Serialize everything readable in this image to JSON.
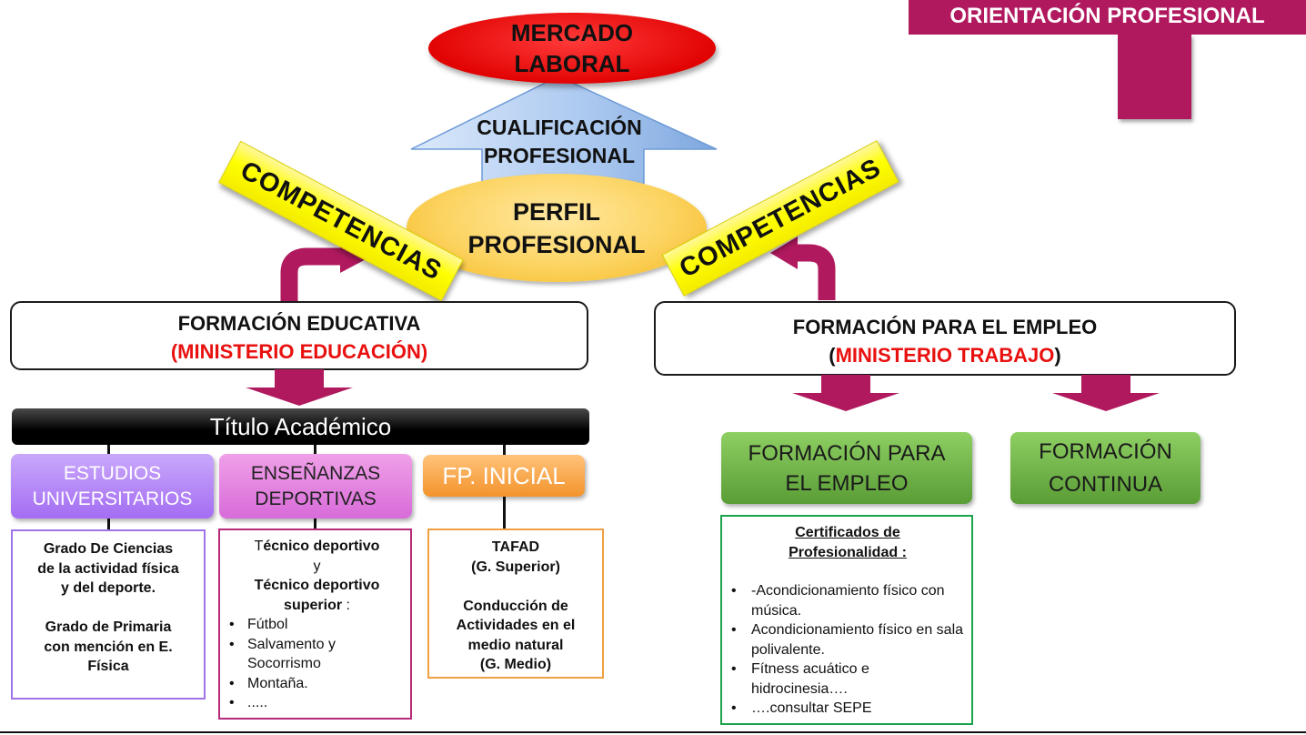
{
  "header": {
    "badge": "ORIENTACIÓN PROFESIONAL"
  },
  "top": {
    "mercado": [
      "MERCADO",
      "LABORAL"
    ],
    "cualificacion": [
      "CUALIFICACIÓN",
      "PROFESIONAL"
    ],
    "perfil": [
      "PERFIL",
      "PROFESIONAL"
    ],
    "competencias_left": "COMPETENCIAS",
    "competencias_right": "COMPETENCIAS"
  },
  "left": {
    "title": "FORMACIÓN EDUCATIVA",
    "ministry": "(MINISTERIO EDUCACIÓN)",
    "titulo": "Título Académico",
    "categories": {
      "univ": [
        "ESTUDIOS",
        "UNIVERSITARIOS"
      ],
      "dep": [
        "ENSEÑANZAS",
        "DEPORTIVAS"
      ],
      "fp": "FP. INICIAL"
    },
    "univ_detail": {
      "p1": [
        "Grado De Ciencias",
        "de la actividad física",
        "y del deporte."
      ],
      "p2": [
        "Grado de Primaria",
        "con mención en E.",
        "Física"
      ]
    },
    "dep_detail": {
      "tecnico_prefix": "T",
      "tecnico_rest": "écnico deportivo",
      "y": "y",
      "superior": [
        "Técnico deportivo",
        "superior"
      ],
      "colon": " :",
      "items": [
        "Fútbol",
        "Salvamento y Socorrismo",
        "Montaña.",
        "....."
      ]
    },
    "fp_detail": {
      "p1": [
        "TAFAD",
        "(G. Superior)"
      ],
      "p2": [
        "Conducción de",
        "Actividades en el",
        "medio natural",
        "(G. Medio)"
      ]
    }
  },
  "right": {
    "title": "FORMACIÓN PARA EL EMPLEO",
    "ministry_open": "(",
    "ministry": "MINISTERIO TRABAJO",
    "ministry_close": ")",
    "categories": {
      "empleo": [
        "FORMACIÓN PARA",
        "EL EMPLEO"
      ],
      "continua": [
        "FORMACIÓN",
        "CONTINUA"
      ]
    },
    "cert_detail": {
      "title": [
        "Certificados de",
        "Profesionalidad :"
      ],
      "items": [
        "-Acondicionamiento físico con música.",
        "Acondicionamiento físico en sala polivalente.",
        "Fítness acuático e hidrocinesia….",
        "….consultar SEPE"
      ]
    }
  },
  "colors": {
    "magenta": "#b1195f",
    "red": "#e8110f",
    "yellow": "#ffff00",
    "green": "#5a9d36",
    "purple": "#a46df3",
    "pink": "#d86bd9",
    "orange": "#f3932c"
  },
  "icons": [
    "up-arrow-icon",
    "curved-arrow-icon",
    "down-arrow-icon"
  ]
}
